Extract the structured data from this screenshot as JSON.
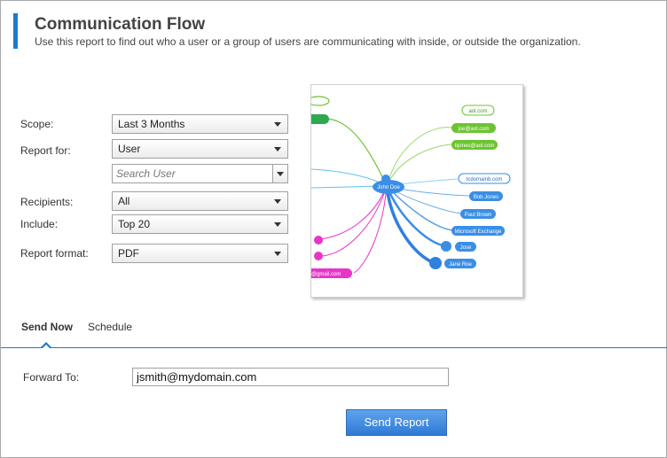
{
  "header": {
    "title": "Communication Flow",
    "subtitle": "Use this report to find out who a user or a group of users are communicating with inside, or outside the organization."
  },
  "form": {
    "scope": {
      "label": "Scope:",
      "value": "Last 3 Months"
    },
    "report_for": {
      "label": "Report for:",
      "value": "User"
    },
    "search_user": {
      "placeholder": "Search User"
    },
    "recipients": {
      "label": "Recipients:",
      "value": "All"
    },
    "include": {
      "label": "Include:",
      "value": "Top 20"
    },
    "report_format": {
      "label": "Report format:",
      "value": "PDF"
    }
  },
  "preview": {
    "center": "John Doe",
    "nodes": [
      "aol.com",
      "joe@aol.com",
      "bjones@aol.com",
      "tcdomainb.com",
      "Bob Jones",
      "Paul Brown",
      "Microsoft Exchange",
      "Jose",
      "Jane Roe",
      "@gmail.com"
    ]
  },
  "tabs": {
    "send_now": "Send Now",
    "schedule": "Schedule"
  },
  "send": {
    "forward_label": "Forward To:",
    "forward_value": "jsmith@mydomain.com",
    "button_label": "Send Report"
  },
  "colors": {
    "accent": "#1e7ac9",
    "button": "#2f7ad6",
    "green": "#6cc431",
    "blue": "#3a8ee6",
    "magenta": "#e835c8",
    "cyan": "#5fc3e8"
  }
}
